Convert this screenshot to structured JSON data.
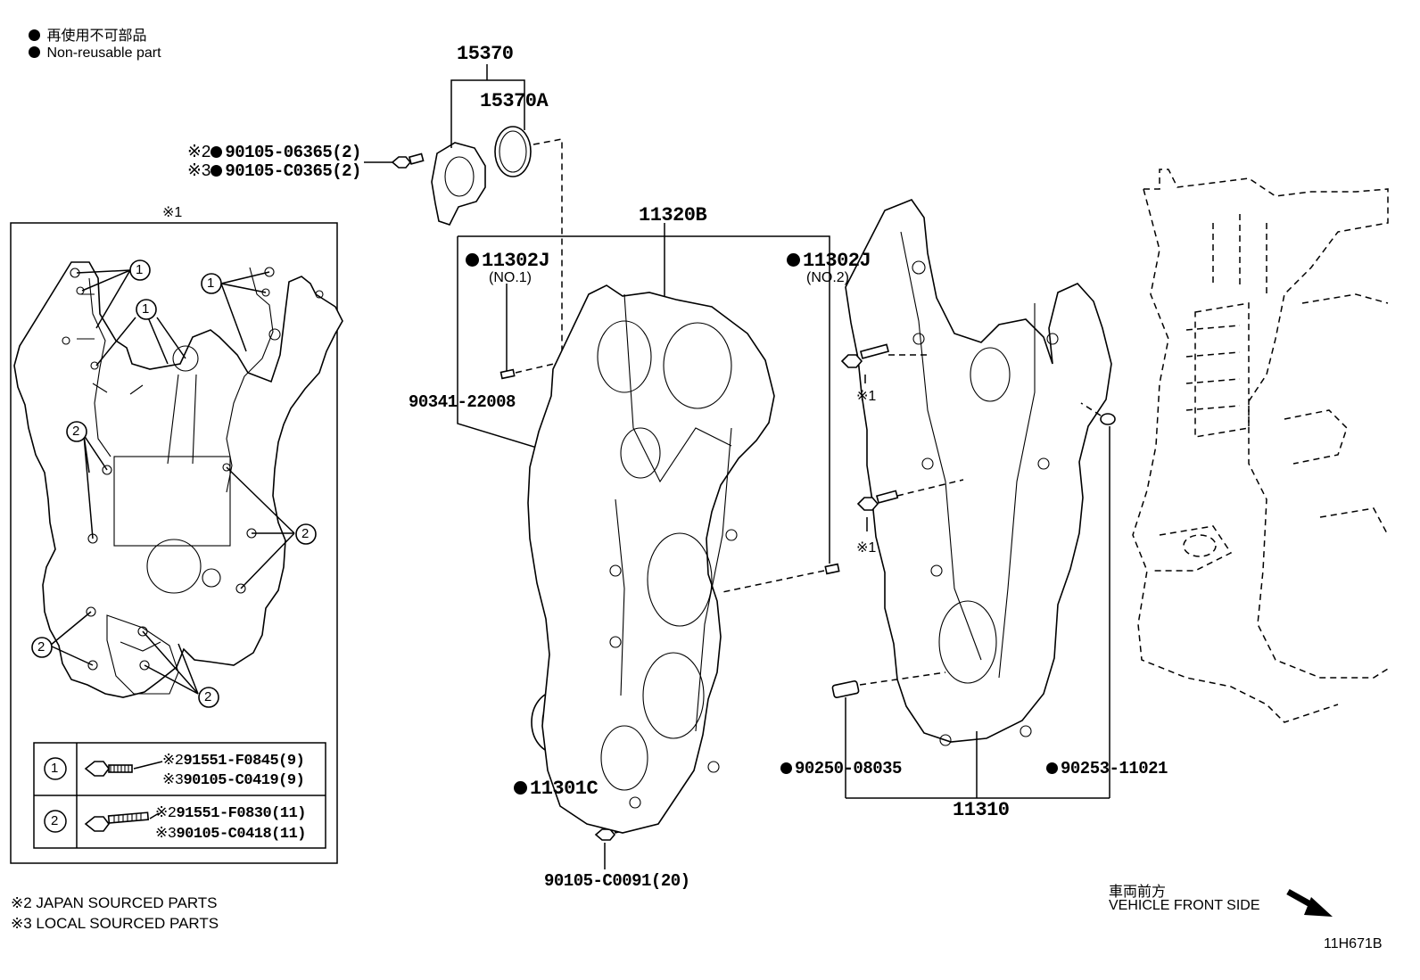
{
  "legend": {
    "line_jp": "再使用不可部品",
    "line_en": "Non-reusable part"
  },
  "parts": {
    "p15370": "15370",
    "p15370a": "15370A",
    "bolt_oilpump_jp": "90105-06365(2)",
    "bolt_oilpump_local": "90105-C0365(2)",
    "mark2": "※2",
    "mark3": "※3",
    "mark1": "※1",
    "p11320b": "11320B",
    "p11302j_left": "11302J",
    "no1": "(NO.1)",
    "p11302j_right": "11302J",
    "no2": "(NO.2)",
    "p90341": "90341-22008",
    "p11301c": "11301C",
    "p90105_c0091": "90105-C0091(20)",
    "p90250": "90250-08035",
    "p90253": "90253-11021",
    "p11310": "11310",
    "figure_code": "11H671B"
  },
  "inset": {
    "title": "※1",
    "callout1": "1",
    "callout2": "2",
    "row1": {
      "num": "1",
      "jp": "91551-F0845(9)",
      "local": "90105-C0419(9)"
    },
    "row2": {
      "num": "2",
      "jp": "91551-F0830(11)",
      "local": "90105-C0418(11)"
    }
  },
  "footnotes": {
    "note2": "※2 JAPAN SOURCED PARTS",
    "note3": "※3 LOCAL SOURCED PARTS"
  },
  "direction": {
    "jp": "車両前方",
    "en": "VEHICLE FRONT SIDE"
  }
}
